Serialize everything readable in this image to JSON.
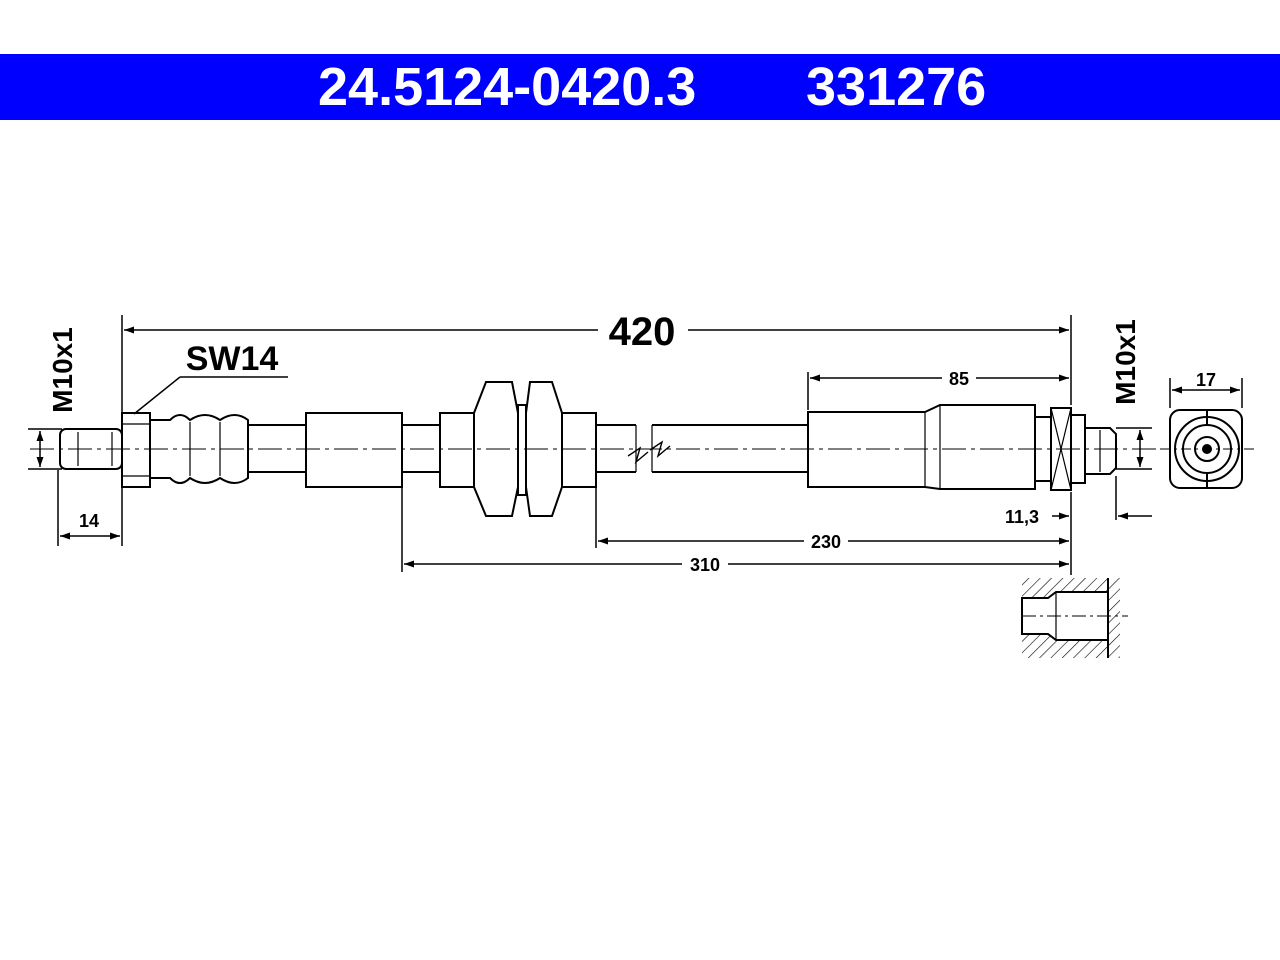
{
  "header": {
    "part_number": "24.5124-0420.3",
    "ref_number": "331276",
    "background": "#0000ff",
    "text_color": "#ffffff"
  },
  "dimensions": {
    "total_length": "420",
    "wrench_size": "SW14",
    "thread_left": "M10x1",
    "thread_right": "M10x1",
    "left_end_length": "14",
    "hex_width": "17",
    "right_fitting_length": "85",
    "right_thread_offset": "11,3",
    "length_230": "230",
    "length_310": "310"
  }
}
